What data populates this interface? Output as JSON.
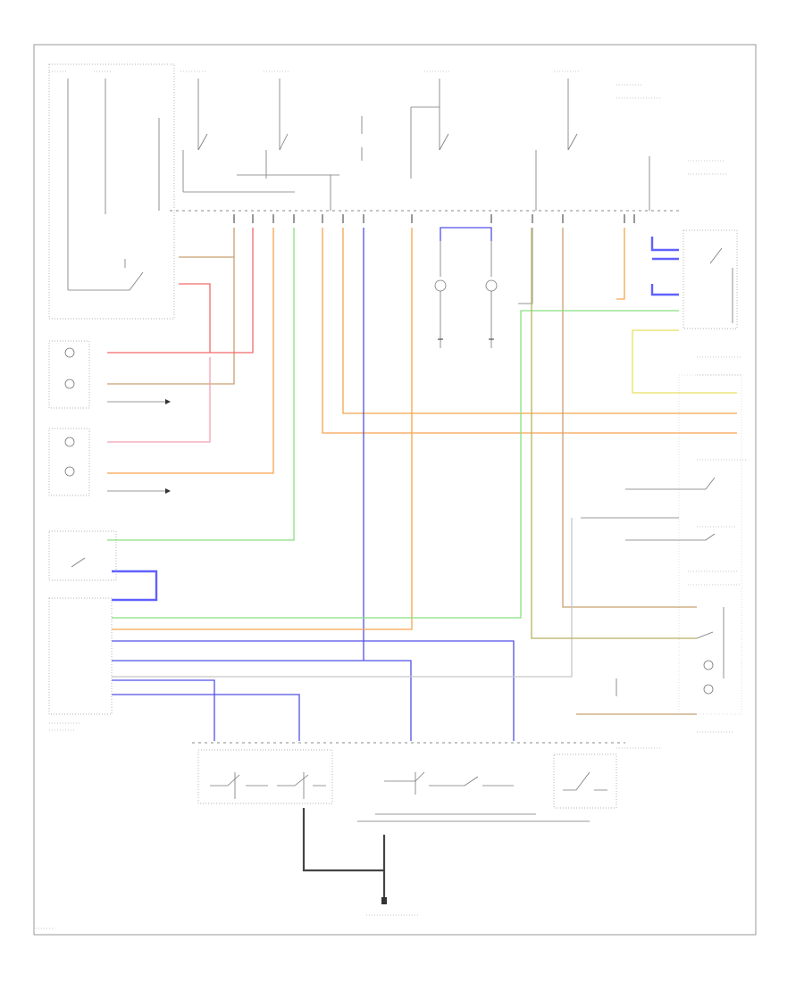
{
  "diagram": {
    "footer_code": "",
    "labels": [],
    "connector_labels": [],
    "components": [
      {
        "name": "combination-switch-left-box"
      },
      {
        "name": "left-front-lamp-box"
      },
      {
        "name": "right-front-lamp-box"
      },
      {
        "name": "instrument-cluster-box"
      },
      {
        "name": "door-switch-box"
      },
      {
        "name": "right-side-switch-box"
      },
      {
        "name": "ground-point"
      }
    ]
  }
}
